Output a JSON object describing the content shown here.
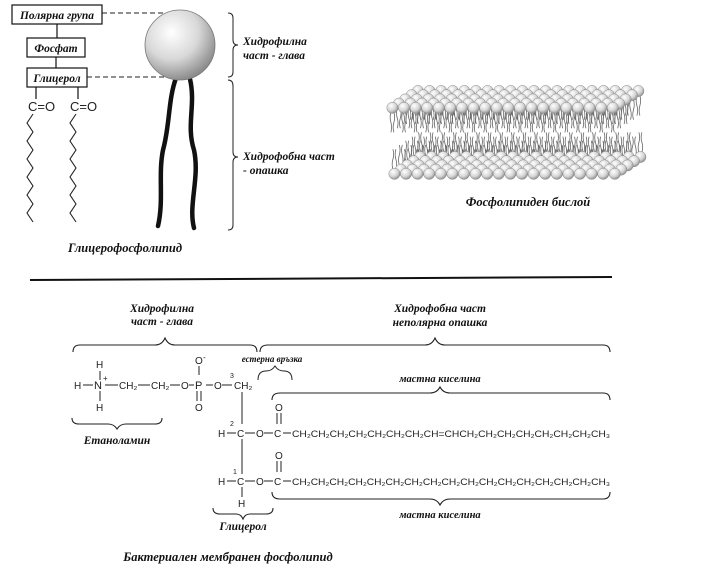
{
  "top": {
    "boxes": {
      "polar_group": "Полярна група",
      "phosphate": "Фосфат",
      "glycerol": "Глицерол"
    },
    "carbonyl_1": "C=O",
    "carbonyl_2": "C=O",
    "hydrophilic_line1": "Хидрофилна",
    "hydrophilic_line2": "част - глава",
    "hydrophobic_line1": "Хидрофобна част",
    "hydrophobic_line2": "- опашка",
    "caption_left": "Глицерофосфолипид",
    "caption_right": "Фосфолипиден бислой"
  },
  "bottom": {
    "hydrophilic_line1": "Хидрофилна",
    "hydrophilic_line2": "част - глава",
    "hydrophobic_line1": "Хидрофобна част",
    "hydrophobic_line2": "неполярна опашка",
    "ester_bond": "естерна връзка",
    "fatty_acid_top": "мастна киселина",
    "fatty_acid_bottom": "мастна киселина",
    "ethanolamine": "Етаноламин",
    "glycerol": "Глицерол",
    "caption": "Бактериален мембранен фосфолипид",
    "chain_1": "CH₂CH₂CH₂CH₂CH₂CH₂CH₂CH=CHCH₂CH₂CH₂CH₂CH₂CH₂CH₂CH₃",
    "chain_2": "CH₂CH₂CH₂CH₂CH₂CH₂CH₂CH₂CH₂CH₂CH₂CH₂CH₂CH₂CH₂CH₂CH₃",
    "atoms": {
      "h_top": "H",
      "h_mid": "H",
      "h_bottom": "H",
      "n": "N",
      "ch2_a": "CH₂",
      "ch2_b": "CH₂",
      "o1": "O",
      "p": "P",
      "o2": "O",
      "o_top": "O",
      "o_bottom": "O",
      "ch2_c": "CH₂",
      "num3": "3",
      "h_c2": "H",
      "c2": "C",
      "num2": "2",
      "o_e1": "O",
      "c_e1": "C",
      "o_d1": "O",
      "h_c1": "H",
      "c1": "C",
      "num1": "1",
      "o_e2": "O",
      "c_e2": "C",
      "o_d2": "O",
      "h_c1b": "H",
      "plus": "+",
      "minus": "-"
    }
  }
}
